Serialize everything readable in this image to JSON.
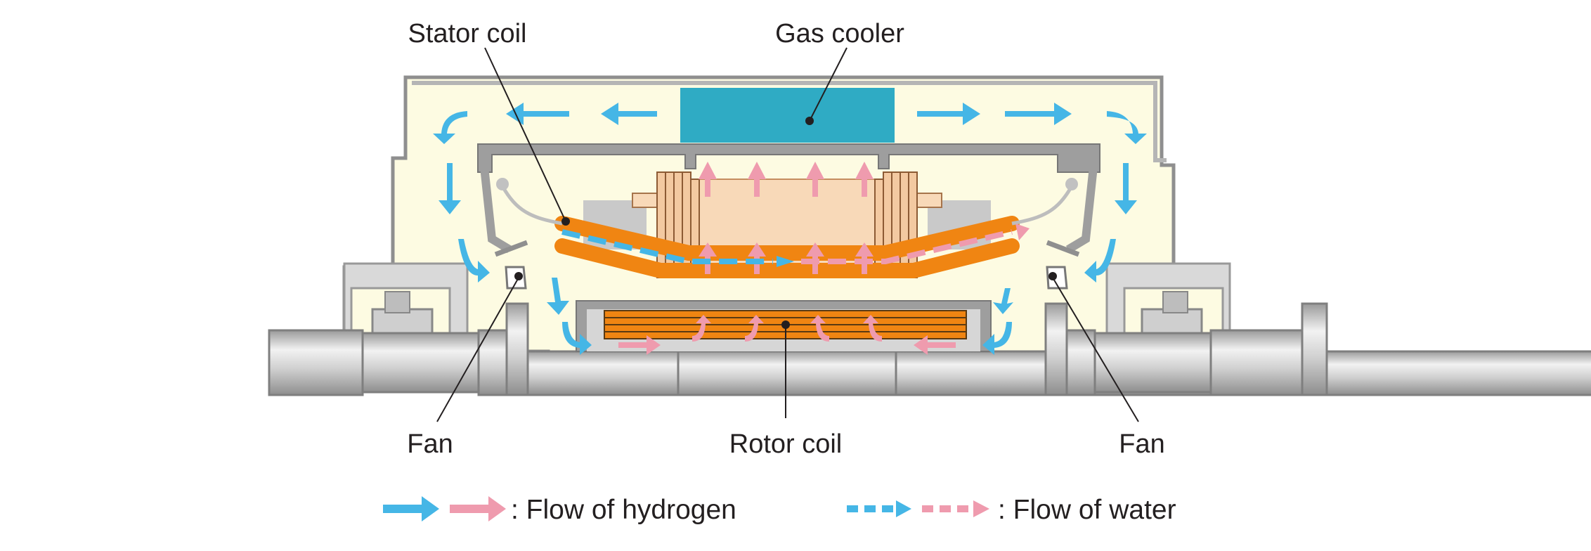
{
  "labels": {
    "stator_coil": "Stator coil",
    "gas_cooler": "Gas cooler",
    "fan_left": "Fan",
    "rotor_coil": "Rotor coil",
    "fan_right": "Fan"
  },
  "legend": {
    "hydrogen": ": Flow of hydrogen",
    "water": ": Flow of water"
  },
  "colors": {
    "hydrogen_blue": "#45b6e6",
    "hydrogen_pink": "#ef9bae",
    "coil_orange": "#f08512",
    "gas_cooler": "#2fabc4",
    "housing_fill": "#fdfbe2",
    "housing_stroke": "#8d8d8d",
    "shaft": "#c4c4c4",
    "rotor_body": "#f8d9b8"
  }
}
